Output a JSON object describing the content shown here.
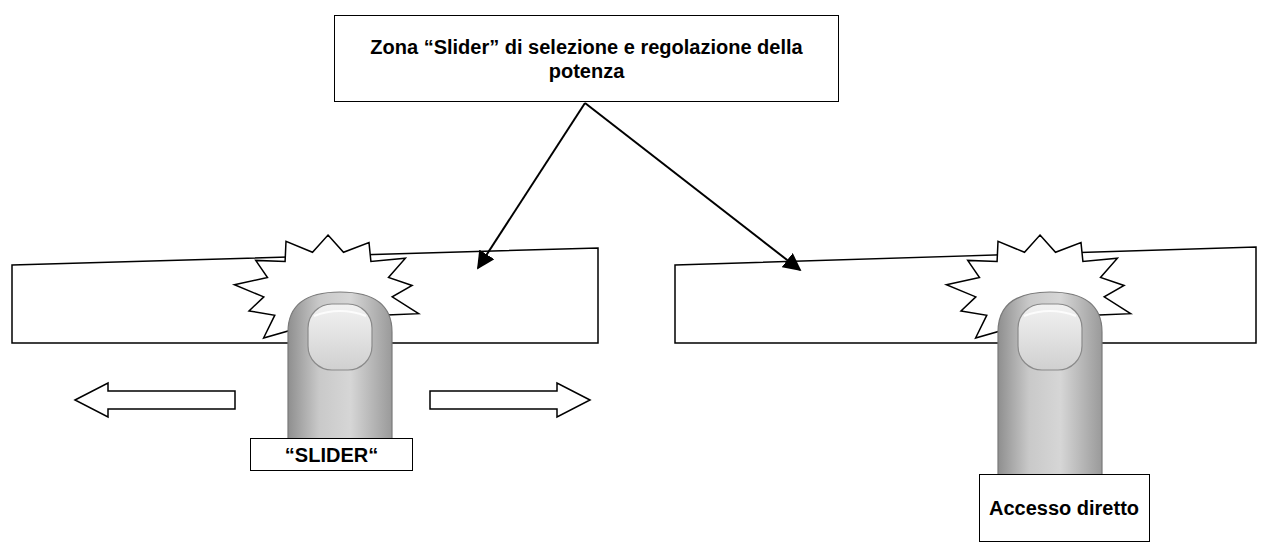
{
  "diagram": {
    "nodes": [
      {
        "text": [
          "Zona “Slider” di selezione e regolazione della potenza"
        ]
      },
      {
        "text": [
          "“SLIDER“"
        ]
      },
      {
        "text": [
          "Accesso diretto"
        ]
      }
    ]
  }
}
